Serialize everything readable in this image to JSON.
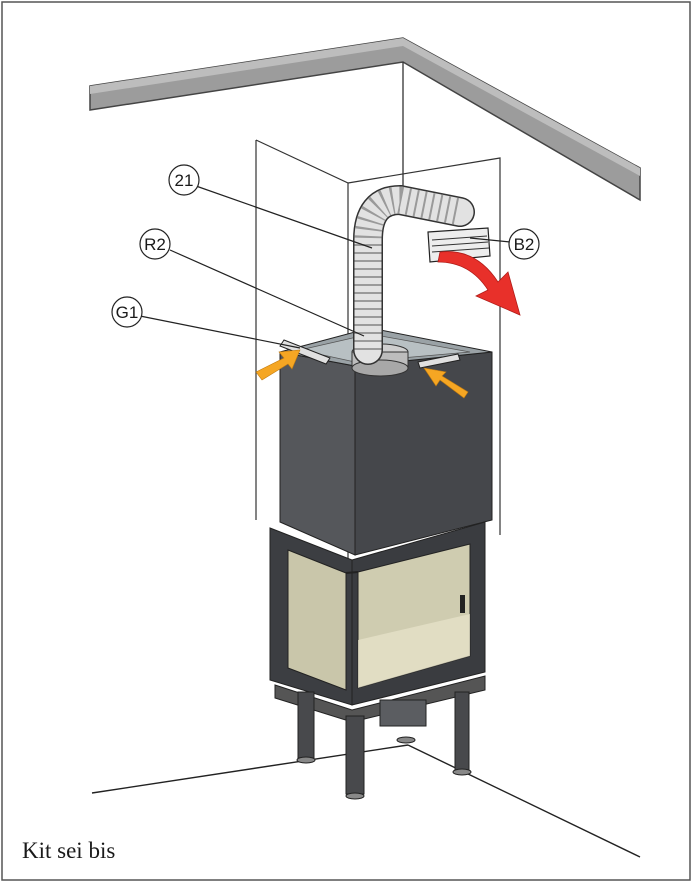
{
  "caption": "Kit sei bis",
  "callouts": {
    "c21": "21",
    "r2": "R2",
    "b2": "B2",
    "g1": "G1"
  },
  "colors": {
    "stove_body": "#4a4c50",
    "stove_body_dark": "#36383c",
    "glass": "#c7c4a8",
    "ceiling_band": "#9a9a9a",
    "intake_arrow": "#f5a623",
    "hot_air_arrow": "#e8302a",
    "duct": "#d8d8d8"
  }
}
